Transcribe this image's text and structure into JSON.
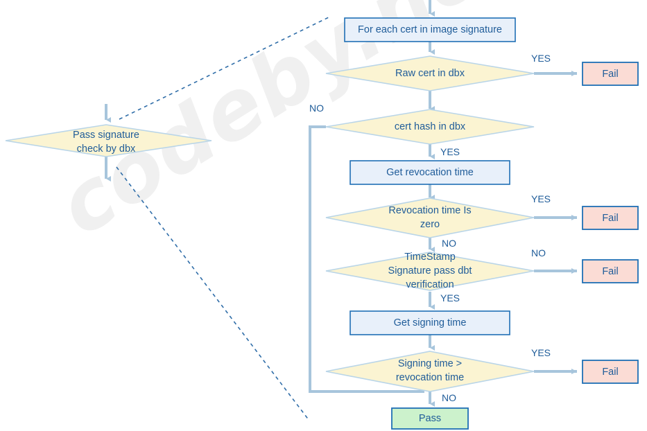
{
  "diagram": {
    "title": "dbx signature verification flowchart",
    "watermark": "codeby.net",
    "colors": {
      "decision_fill": "#fbf4d2",
      "decision_stroke": "#b9d5e8",
      "process_fill": "#e8f0fa",
      "process_stroke": "#1f6fb5",
      "fail_fill": "#fbdcd5",
      "fail_stroke": "#1f6fb5",
      "pass_fill": "#ccf2cc",
      "pass_stroke": "#1f6fb5",
      "connector": "#a7c5dc",
      "dashed": "#2f6da8",
      "text": "#1f5c99"
    },
    "nodes": {
      "pass_signature_check": {
        "shape": "decision",
        "label": "Pass signature\ncheck by dbx"
      },
      "for_each_cert": {
        "shape": "process",
        "label": "For each cert in image signature"
      },
      "raw_cert_in_dbx": {
        "shape": "decision",
        "label": "Raw cert in dbx"
      },
      "cert_hash_in_dbx": {
        "shape": "decision",
        "label": "cert hash in dbx"
      },
      "get_revocation_time": {
        "shape": "process",
        "label": "Get revocation time"
      },
      "revocation_time_is_zero": {
        "shape": "decision",
        "label": "Revocation time Is\nzero"
      },
      "timestamp_signature_pass": {
        "shape": "decision",
        "label": "TimeStamp\nSignature pass dbt\nverification"
      },
      "get_signing_time": {
        "shape": "process",
        "label": "Get signing time"
      },
      "signing_time_gt_revocation": {
        "shape": "decision",
        "label": "Signing time >\nrevocation time"
      },
      "fail_1": {
        "shape": "terminator",
        "label": "Fail"
      },
      "fail_2": {
        "shape": "terminator",
        "label": "Fail"
      },
      "fail_3": {
        "shape": "terminator",
        "label": "Fail"
      },
      "fail_4": {
        "shape": "terminator",
        "label": "Fail"
      },
      "pass": {
        "shape": "terminator",
        "label": "Pass"
      }
    },
    "edge_labels": {
      "raw_cert_yes": "YES",
      "cert_hash_no": "NO",
      "cert_hash_yes": "YES",
      "revocation_zero_yes": "YES",
      "revocation_zero_no": "NO",
      "timestamp_no": "NO",
      "timestamp_yes": "YES",
      "signing_time_yes": "YES",
      "signing_time_no": "NO"
    }
  }
}
